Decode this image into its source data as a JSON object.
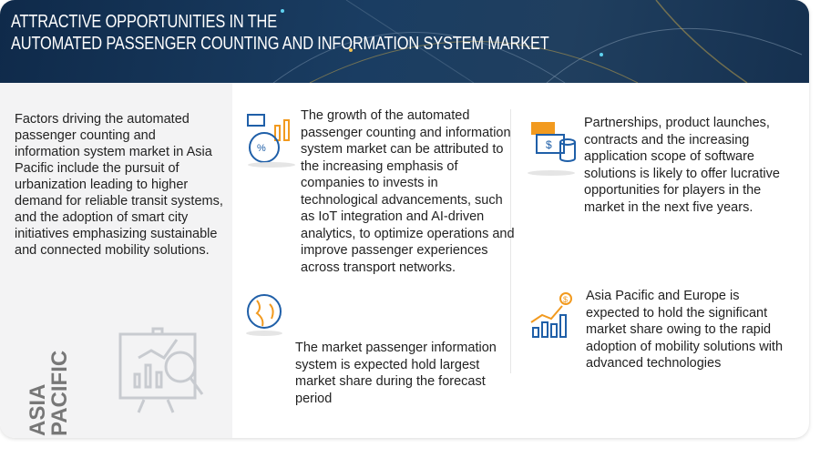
{
  "header": {
    "title_line1": "ATTRACTIVE OPPORTUNITIES IN THE",
    "title_line2": "AUTOMATED PASSENGER COUNTING AND INFORMATION SYSTEM MARKET"
  },
  "left": {
    "text": "Factors driving the automated passenger counting and information system market in Asia Pacific include the pursuit of urbanization leading to higher demand for reliable transit systems, and the adoption of smart city initiatives emphasizing sustainable and connected mobility solutions.",
    "region_line1": "ASIA",
    "region_line2": "PACIFIC"
  },
  "insights": [
    {
      "text": "The growth of the automated passenger counting and information system market can be attributed to the increasing emphasis of companies to invests in technological advancements, such as IoT integration and AI-driven analytics, to optimize operations and improve passenger experiences across transport networks.",
      "icon": "growth-analysis-icon"
    },
    {
      "text": "Partnerships, product launches, contracts and the increasing application scope of software solutions is likely to offer lucrative opportunities for players in the  market in the next five years.",
      "icon": "money-icon"
    },
    {
      "text": "The  market passenger information system is expected hold largest market share during the forecast period",
      "icon": "globe-icon"
    },
    {
      "text": "Asia Pacific and Europe is expected to hold the significant market share owing to the rapid adoption of mobility solutions with advanced technologies",
      "icon": "bar-chart-dollar-icon"
    }
  ],
  "colors": {
    "header": "#1a3d62",
    "accent_orange": "#f29a1f",
    "accent_blue": "#1f5fa8"
  }
}
